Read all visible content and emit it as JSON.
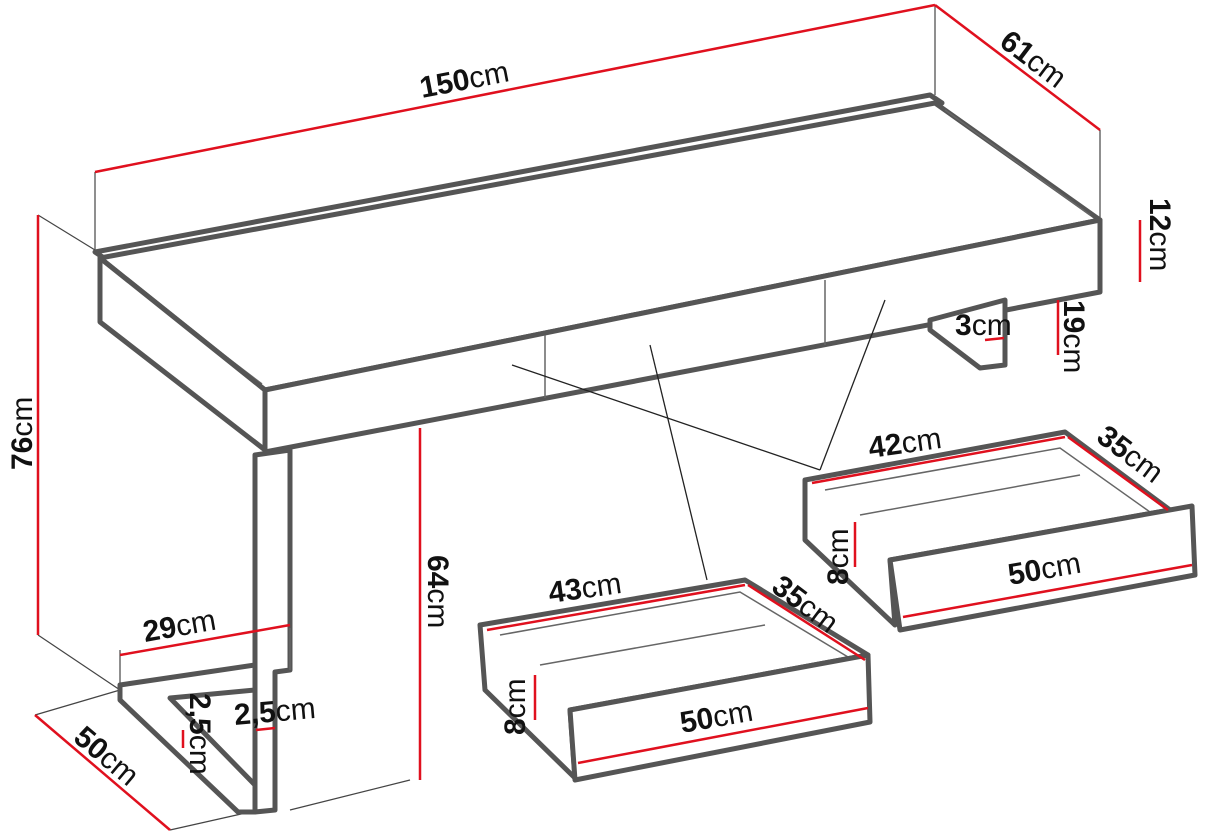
{
  "dimensions": {
    "width": {
      "value": "150",
      "unit": "cm"
    },
    "depth": {
      "value": "61",
      "unit": "cm"
    },
    "top_height": {
      "value": "12",
      "unit": "cm"
    },
    "leg_gap": {
      "value": "3",
      "unit": "cm"
    },
    "leg_offset": {
      "value": "19",
      "unit": "cm"
    },
    "total_height": {
      "value": "76",
      "unit": "cm"
    },
    "clearance": {
      "value": "64",
      "unit": "cm"
    },
    "leg_top": {
      "value": "29",
      "unit": "cm"
    },
    "leg_thickness_h": {
      "value": "2,5",
      "unit": "cm"
    },
    "leg_thickness_v": {
      "value": "2,5",
      "unit": "cm"
    },
    "leg_depth": {
      "value": "50",
      "unit": "cm"
    }
  },
  "drawer_right": {
    "inner_width": {
      "value": "42",
      "unit": "cm"
    },
    "depth": {
      "value": "35",
      "unit": "cm"
    },
    "height": {
      "value": "8",
      "unit": "cm"
    },
    "front_width": {
      "value": "50",
      "unit": "cm"
    }
  },
  "drawer_left": {
    "inner_width": {
      "value": "43",
      "unit": "cm"
    },
    "depth": {
      "value": "35",
      "unit": "cm"
    },
    "height": {
      "value": "8",
      "unit": "cm"
    },
    "front_width": {
      "value": "50",
      "unit": "cm"
    }
  },
  "colors": {
    "dimension_line": "#e0101e",
    "outline": "#555555"
  }
}
